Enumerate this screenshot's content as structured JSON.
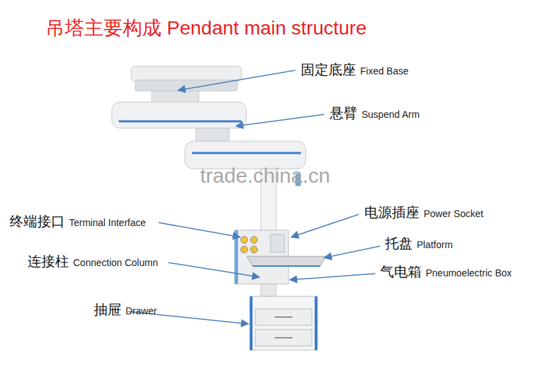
{
  "diagram": {
    "title": "吊塔主要构成 Pendant main structure",
    "labels": [
      "固定底座",
      "Fixed Base",
      "悬臂",
      "Suspend Arm",
      "trade.china.cn",
      "电源插座",
      "Power Socket",
      "终端接口",
      "Terminal Interface",
      "托盘",
      "Platform",
      "连接柱",
      "Connection Column",
      "气电箱",
      "Pneumoelectric Box",
      "抽屉",
      "Drawer"
    ]
  }
}
